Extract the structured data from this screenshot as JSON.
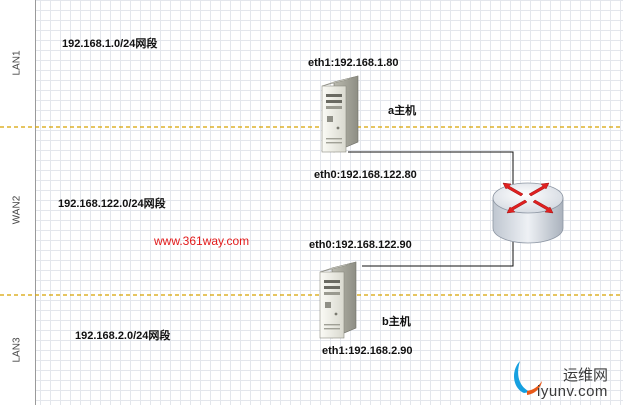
{
  "lanes": [
    {
      "label": "LAN1",
      "subnet": "192.168.1.0/24网段"
    },
    {
      "label": "WAN2",
      "subnet": "192.168.122.0/24网段"
    },
    {
      "label": "LAN3",
      "subnet": "192.168.2.0/24网段"
    }
  ],
  "hosts": {
    "a": {
      "name": "a主机",
      "eth0": "eth0:192.168.122.80",
      "eth1": "eth1:192.168.1.80"
    },
    "b": {
      "name": "b主机",
      "eth0": "eth0:192.168.122.90",
      "eth1": "eth1:192.168.2.90"
    }
  },
  "watermark_site": "www.361way.com",
  "brand": {
    "cn": "运维网",
    "en": "iyunv.com"
  },
  "colors": {
    "lane_divider": "#d6a200",
    "connection": "#111111",
    "router_arrows": "#e02020",
    "watermark": "#e21c1c"
  },
  "icons": {
    "host_a": "server-icon",
    "host_b": "server-icon",
    "router": "router-icon",
    "brand": "brand-logo-icon"
  }
}
